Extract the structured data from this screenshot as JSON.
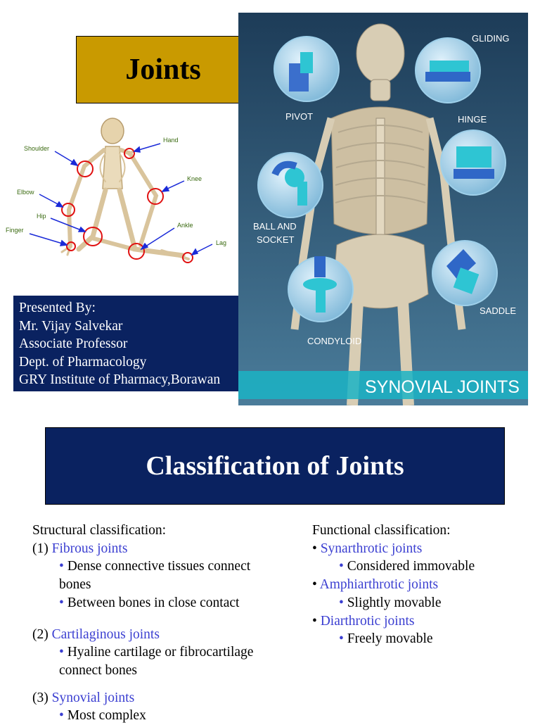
{
  "slide1": {
    "title": "Joints",
    "skeleton_labels": {
      "shoulder": "Shoulder",
      "hand": "Hand",
      "knee": "Knee",
      "elbow": "Elbow",
      "hip": "Hip",
      "ankle": "Ankle",
      "finger": "Finger",
      "lag": "Lag"
    },
    "presenter": {
      "line1": "Presented By:",
      "line2": "Mr. Vijay Salvekar",
      "line3": "Associate Professor",
      "line4": "Dept. of Pharmacology",
      "line5": "GRY Institute of Pharmacy,Borawan"
    },
    "synovial": {
      "gliding": "GLIDING",
      "pivot": "PIVOT",
      "hinge": "HINGE",
      "ball_and_socket_line1": "BALL AND",
      "ball_and_socket_line2": "SOCKET",
      "condyloid": "CONDYLOID",
      "saddle": "SADDLE",
      "banner": "SYNOVIAL JOINTS"
    },
    "colors": {
      "title_bg": "#c99a00",
      "navy": "#0a2260",
      "teal": "#1bb3c4"
    }
  },
  "slide2": {
    "title": "Classification of Joints",
    "structural": {
      "heading": "Structural classification:",
      "item1_num": "(1) ",
      "item1_label": "Fibrous joints",
      "item1_b1_line1": "Dense connective tissues connect",
      "item1_b1_line2": "bones",
      "item1_b2": "Between bones in close contact",
      "item2_num": "(2) ",
      "item2_label": "Cartilaginous joints",
      "item2_b1_line1": "Hyaline cartilage or fibrocartilage",
      "item2_b1_line2": "connect bones",
      "item3_num": "(3) ",
      "item3_label": "Synovial joints",
      "item3_b1": "Most complex"
    },
    "functional": {
      "heading": "Functional classification:",
      "item1_label": "Synarthrotic joints",
      "item1_desc": "Considered immovable",
      "item2_label": "Amphiarthrotic joints",
      "item2_desc": "Slightly movable",
      "item3_label": "Diarthrotic joints",
      "item3_desc": "Freely movable"
    },
    "bullet_glyph": "•",
    "colors": {
      "link_blue": "#3b3fd1"
    }
  }
}
